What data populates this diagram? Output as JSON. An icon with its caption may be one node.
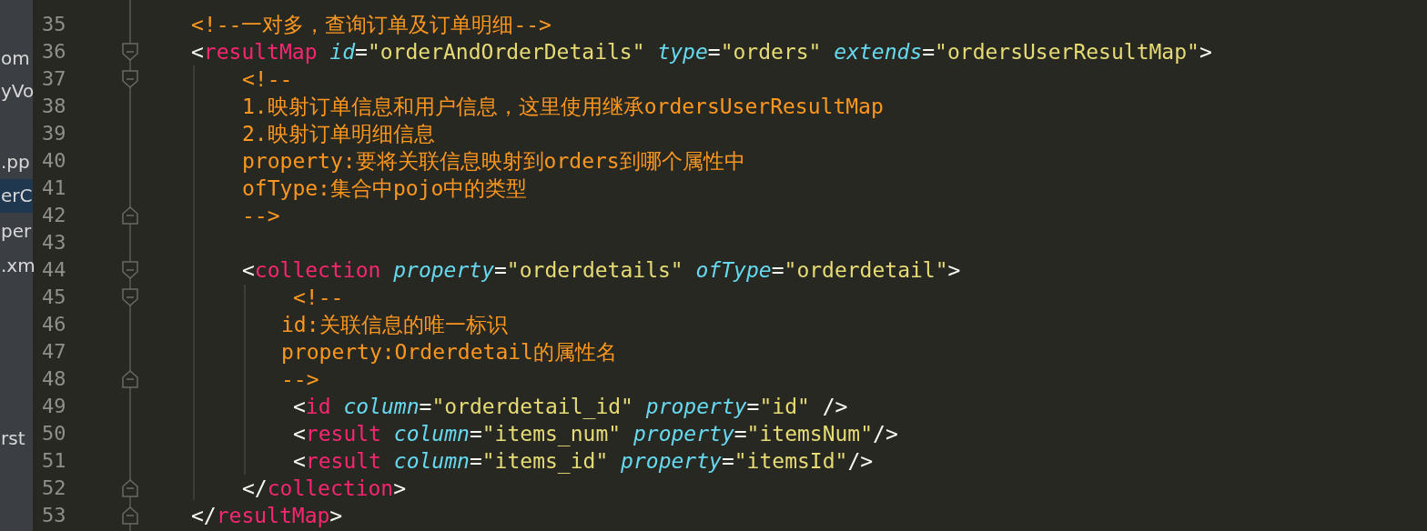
{
  "diagram": {
    "labels": [
      "om",
      "yVo",
      ".pp",
      "erC",
      "per",
      ".xm",
      "rst",
      "35",
      "36",
      "37",
      "38",
      "39",
      "40",
      "41",
      "42",
      "43",
      "44",
      "45",
      "46",
      "47",
      "48",
      "49",
      "50",
      "51",
      "52",
      "53",
      "<!--一对多，查询订单及订单明细-->",
      "<resultMap id=\"orderAndOrderDetails\" type=\"orders\" extends=\"ordersUserResultMap\">",
      "<!--",
      "1.映射订单信息和用户信息，这里使用继承ordersUserResultMap",
      "2.映射订单明细信息",
      "property:要将关联信息映射到orders到哪个属性中",
      "ofType:集合中pojo中的类型",
      "-->",
      "<collection property=\"orderdetails\" ofType=\"orderdetail\">",
      "<!--",
      "id:关联信息的唯一标识",
      "property:Orderdetail的属性名",
      "-->",
      "<id column=\"orderdetail_id\" property=\"id\" />",
      "<result column=\"items_num\" property=\"itemsNum\"/>",
      "<result column=\"items_id\" property=\"itemsId\"/>",
      "</collection>",
      "</resultMap>"
    ]
  }
}
